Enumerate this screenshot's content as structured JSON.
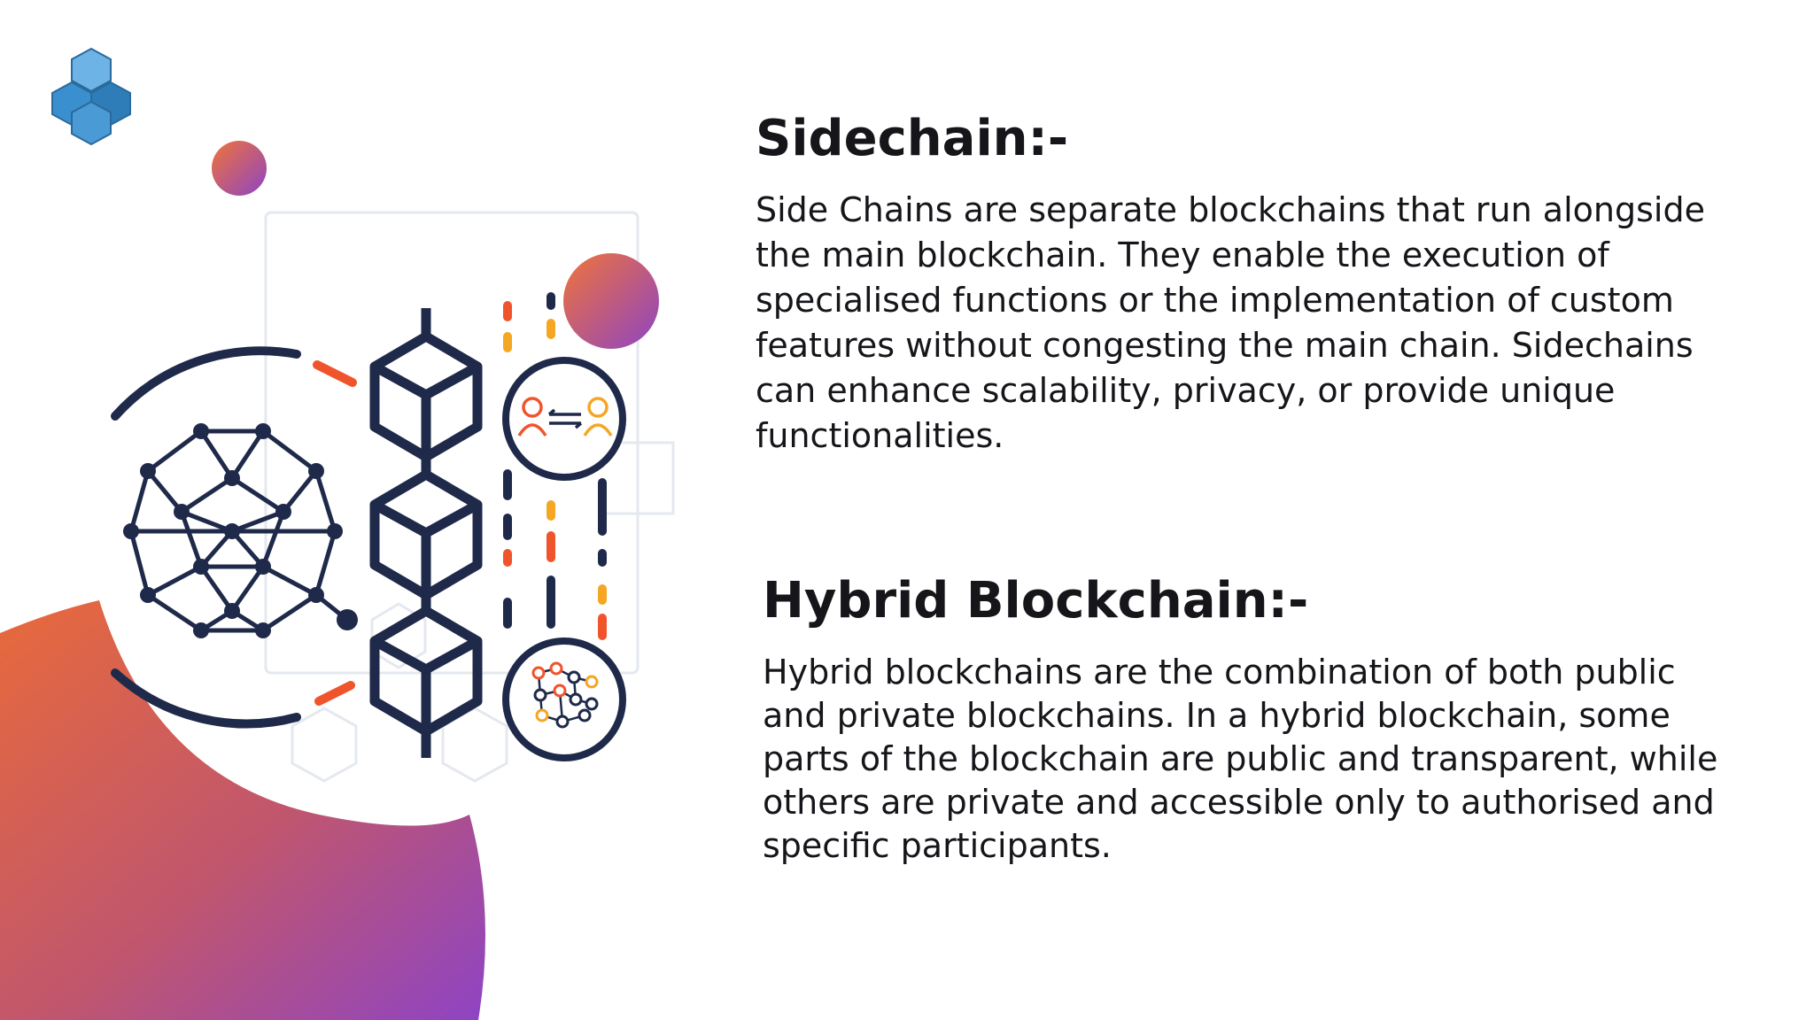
{
  "colors": {
    "text": "#15151a",
    "navy": "#1f2a4a",
    "orange": "#f0542d",
    "amber": "#f5a623",
    "gradient_start": "#e86a3a",
    "gradient_end": "#8e44c4",
    "logo_blue": "#3a8fcf"
  },
  "icons": {
    "logo": "blockchain-cubes-logo-icon",
    "sphere": "geodesic-network-sphere-icon",
    "chain": "hexagon-chain-icon",
    "exchange": "peer-exchange-icon",
    "network": "node-network-icon"
  },
  "sections": [
    {
      "title": "Sidechain:-",
      "body": "Side Chains are separate blockchains that run alongside the main blockchain. They enable the execution of specialised functions or the implementation of custom features without congesting the main chain. Sidechains can enhance scalability, privacy, or provide unique functionalities."
    },
    {
      "title": "Hybrid Blockchain:-",
      "body": "Hybrid blockchains are the combination of both public and private blockchains. In a hybrid blockchain, some parts of the blockchain are public and transparent, while others are private and accessible only to authorised and specific participants."
    }
  ]
}
